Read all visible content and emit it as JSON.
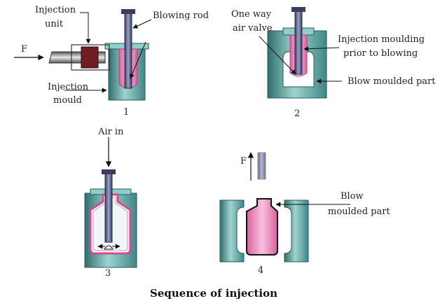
{
  "caption": "Sequence of injection",
  "stages": [
    {
      "number": "1",
      "labels": {
        "injection_unit_1": "Injection",
        "injection_unit_2": "unit",
        "force": "F",
        "blowing_rod": "Blowing rod",
        "injection_mould_1": "Injection",
        "injection_mould_2": "mould"
      }
    },
    {
      "number": "2",
      "labels": {
        "valve_1": "One way",
        "valve_2": "air valve",
        "preform_1": "Injection moulding",
        "preform_2": "prior to blowing",
        "blow_part": "Blow moulded part"
      }
    },
    {
      "number": "3",
      "labels": {
        "air_in": "Air in"
      }
    },
    {
      "number": "4",
      "labels": {
        "force": "F",
        "blow_part_1": "Blow",
        "blow_part_2": "moulded part"
      }
    }
  ],
  "colors": {
    "mould": "#5fa8a6",
    "mould_dark": "#2f6f6e",
    "plastic": "#e58ab8",
    "plastic_light": "#f4b8d6",
    "rod": "#5a5f86",
    "rod_dark": "#3a3d5e",
    "nozzle": "#6e1d22",
    "line": "#111111"
  }
}
